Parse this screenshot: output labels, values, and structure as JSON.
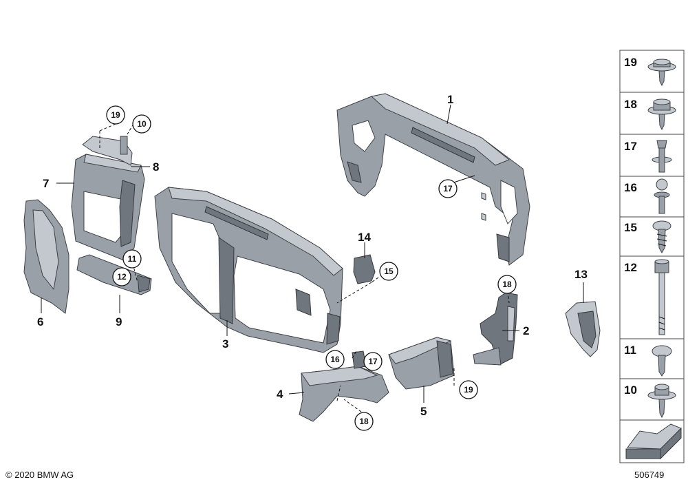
{
  "callouts": {
    "c1": "1",
    "c2": "2",
    "c3": "3",
    "c4": "4",
    "c5": "5",
    "c6": "6",
    "c7": "7",
    "c8": "8",
    "c9": "9",
    "c13": "13",
    "c14": "14"
  },
  "circled": {
    "r19a": "19",
    "r10": "10",
    "r11": "11",
    "r12": "12",
    "r15": "15",
    "r17a": "17",
    "r18a": "18",
    "r16": "16",
    "r17b": "17",
    "r19b": "19",
    "r18b": "18"
  },
  "fasteners": [
    "19",
    "18",
    "17",
    "16",
    "15",
    "12",
    "11",
    "10"
  ],
  "footer": {
    "copyright": "© 2020 BMW AG",
    "diagram_id": "506749"
  }
}
